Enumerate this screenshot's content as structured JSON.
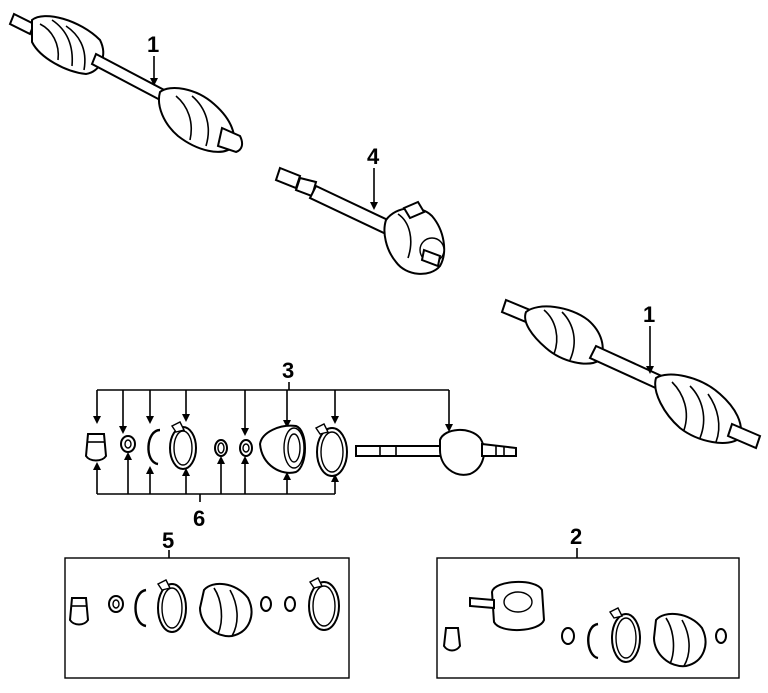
{
  "callouts": {
    "c1_top": "1",
    "c1_right": "1",
    "c2": "2",
    "c3": "3",
    "c4": "4",
    "c5": "5",
    "c6": "6"
  }
}
